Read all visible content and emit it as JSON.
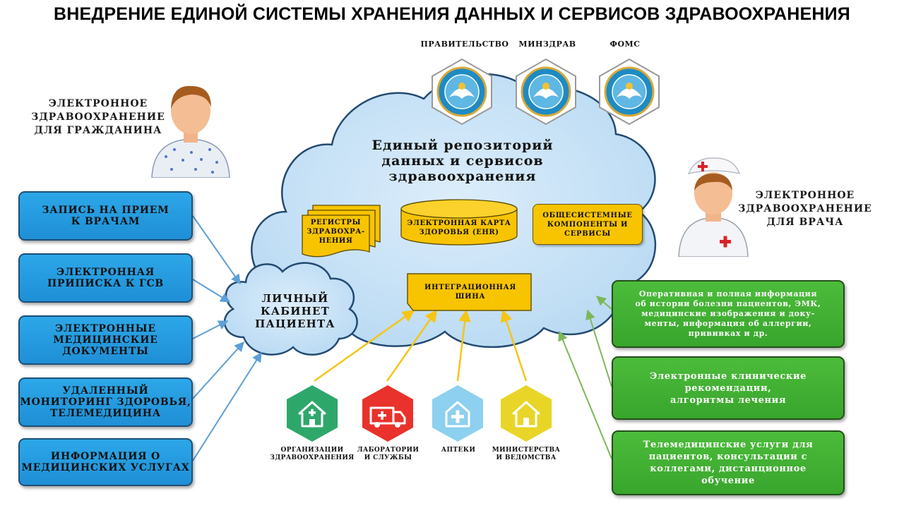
{
  "title": "ВНЕДРЕНИЕ ЕДИНОЙ СИСТЕМЫ ХРАНЕНИЯ ДАННЫХ И СЕРВИСОВ ЗДРАВООХРАНЕНИЯ",
  "organizations": [
    {
      "label": "ПРАВИТЕЛЬСТВО",
      "icon": "emblem-icon"
    },
    {
      "label": "МИНЗДРАВ",
      "icon": "emblem-icon"
    },
    {
      "label": "ФОМС",
      "icon": "emblem-icon"
    }
  ],
  "citizen": {
    "caption": "ЭЛЕКТРОННОЕ\nЗДРАВООХРАНЕНИЕ\nДЛЯ ГРАЖДАНИНА",
    "icon": "patient-icon"
  },
  "doctor": {
    "caption": "ЭЛЕКТРОННОЕ\nЗДРАВООХРАНЕНИЕ\nДЛЯ ВРАЧА",
    "icon": "nurse-icon"
  },
  "repository": {
    "title": "Единый репозиторий\nданных и сервисов\nздравоохранения",
    "registries": "РЕГИСТРЫ\nЗДРАВОХРА-\nНЕНИЯ",
    "ehr": "ЭЛЕКТРОННАЯ КАРТА\nЗДОРОВЬЯ (EHR)",
    "common": "ОБЩЕСИСТЕМНЫЕ\nКОМПОНЕНТЫ И\nСЕРВИСЫ",
    "bus": "ИНТЕГРАЦИОННАЯ\nШИНА"
  },
  "patient_cabinet": "ЛИЧНЫЙ\nКАБИНЕТ\nПАЦИЕНТА",
  "left_services": [
    "ЗАПИСЬ НА ПРИЕМ\nК ВРАЧАМ",
    "ЭЛЕКТРОННАЯ\nПРИПИСКА К ГСВ",
    "ЭЛЕКТРОННЫЕ\nМЕДИЦИНСКИЕ\nДОКУМЕНТЫ",
    "УДАЛЕННЫЙ\nМОНИТОРИНГ ЗДОРОВЬЯ,\nТЕЛЕМЕДИЦИНА",
    "ИНФОРМАЦИЯ О\nМЕДИЦИНСКИХ УСЛУГАХ"
  ],
  "right_services": [
    "Оперативная и полная информация\nоб истории болезни пациентов, ЭМК,\nмедицинские изображения и доку-\nменты, информация об аллергии,\nпрививках и др.",
    "Электронные клинические\nрекомендации,\nалгоритмы лечения",
    "Телемедицинские услуги для\nпациентов, консультации с\nколлегами, дистанционное\nобучение"
  ],
  "categories": [
    {
      "label": "ОРГАНИЗАЦИИ\nЗДРАВООХРАНЕНИЯ",
      "icon": "house-icon",
      "color": "#2ea86a"
    },
    {
      "label": "ЛАБОРАТОРИИ\nИ СЛУЖБЫ",
      "icon": "ambulance-icon",
      "color": "#e8322b"
    },
    {
      "label": "АПТЕКИ",
      "icon": "cross-icon",
      "color": "#8dd0ef"
    },
    {
      "label": "МИНИСТЕРСТВА\nИ ВЕДОМСТВА",
      "icon": "house-icon",
      "color": "#e9d528"
    }
  ],
  "colors": {
    "blue_box": "#2ca7e8",
    "green_box": "#3fb032",
    "yellow": "#f8c400",
    "cloud": "#c9e3f7",
    "arrow_blue": "#5d9fd6",
    "arrow_yellow": "#f6c515",
    "arrow_green": "#7cb858"
  }
}
